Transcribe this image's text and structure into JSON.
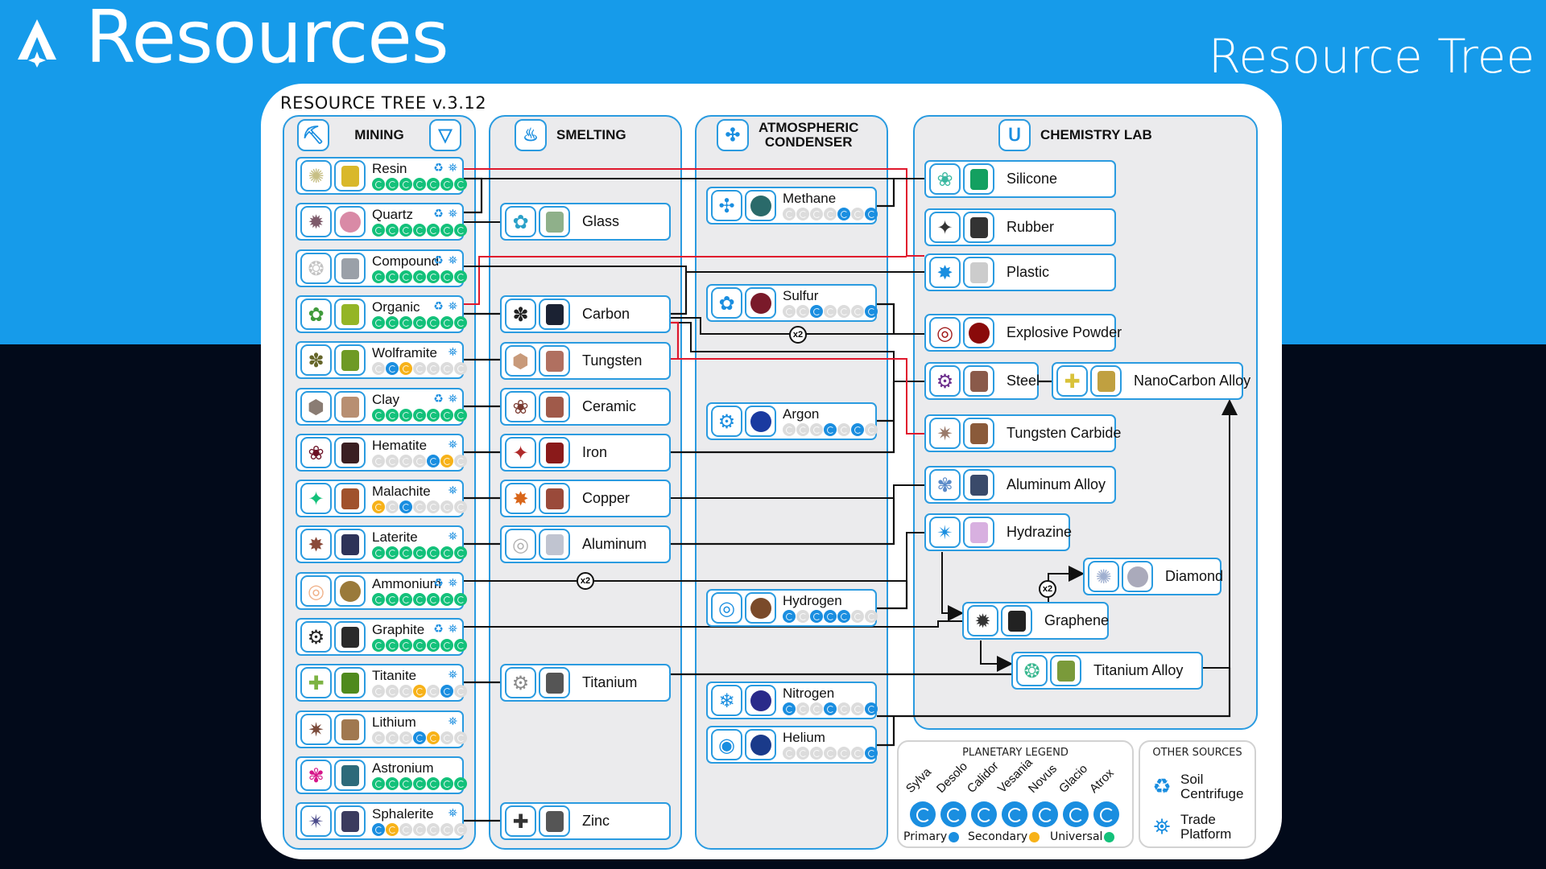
{
  "header": {
    "title": "Resources",
    "subtitle": "Resource Tree",
    "logo_icon": "astroneer-logo-icon"
  },
  "card_title": "RESOURCE TREE v.3.12",
  "colors": {
    "accent": "#169bea",
    "border": "#2a9be0",
    "universal": "#13c17a",
    "primary": "#1a8ee0",
    "secondary": "#f7b219",
    "wire": "#111111",
    "wire_red": "#e0182d"
  },
  "panels": {
    "mining": {
      "label": "MINING",
      "icon_left": "backhoe-icon",
      "icon_right": "drill-icon"
    },
    "smelting": {
      "label": "SMELTING",
      "icon": "furnace-icon"
    },
    "atmospheric": {
      "label": "ATMOSPHERIC\nCONDENSER",
      "label_line1": "ATMOSPHERIC",
      "label_line2": "CONDENSER",
      "icon": "condenser-icon"
    },
    "chemistry": {
      "label": "CHEMISTRY LAB",
      "icon": "chemistry-lab-icon"
    }
  },
  "planet_order": [
    "Sylva",
    "Desolo",
    "Calidor",
    "Vesania",
    "Novus",
    "Glacio",
    "Atrox"
  ],
  "mining": [
    {
      "name": "Resin",
      "centrifuge": true,
      "trade": true,
      "planets": [
        "u",
        "u",
        "u",
        "u",
        "u",
        "u",
        "u"
      ],
      "sym_color": "#c7bf85",
      "mat_color": "#d9b82a"
    },
    {
      "name": "Quartz",
      "centrifuge": true,
      "trade": true,
      "planets": [
        "u",
        "u",
        "u",
        "u",
        "u",
        "u",
        "u"
      ],
      "sym_color": "#7d5a6a",
      "mat_color": "#d98aa6"
    },
    {
      "name": "Compound",
      "centrifuge": true,
      "trade": true,
      "planets": [
        "u",
        "u",
        "u",
        "u",
        "u",
        "u",
        "u"
      ],
      "sym_color": "#c4c4c4",
      "mat_color": "#9aa0a8"
    },
    {
      "name": "Organic",
      "centrifuge": true,
      "trade": true,
      "planets": [
        "u",
        "u",
        "u",
        "u",
        "u",
        "u",
        "u"
      ],
      "sym_color": "#3f9a3a",
      "mat_color": "#94b526"
    },
    {
      "name": "Wolframite",
      "centrifuge": false,
      "trade": true,
      "planets": [
        "n",
        "p",
        "s",
        "n",
        "n",
        "n",
        "n"
      ],
      "sym_color": "#66662a",
      "mat_color": "#6e9a25"
    },
    {
      "name": "Clay",
      "centrifuge": true,
      "trade": true,
      "planets": [
        "u",
        "u",
        "u",
        "u",
        "u",
        "u",
        "u"
      ],
      "sym_color": "#8a7c73",
      "mat_color": "#b88f72"
    },
    {
      "name": "Hematite",
      "centrifuge": false,
      "trade": true,
      "planets": [
        "n",
        "n",
        "n",
        "n",
        "p",
        "s",
        "n"
      ],
      "sym_color": "#6b0f24",
      "mat_color": "#3a1f22"
    },
    {
      "name": "Malachite",
      "centrifuge": false,
      "trade": true,
      "planets": [
        "s",
        "n",
        "p",
        "n",
        "n",
        "n",
        "n"
      ],
      "sym_color": "#13c17a",
      "mat_color": "#a0522d"
    },
    {
      "name": "Laterite",
      "centrifuge": false,
      "trade": true,
      "planets": [
        "u",
        "u",
        "u",
        "u",
        "u",
        "u",
        "u"
      ],
      "sym_color": "#8a4a3a",
      "mat_color": "#2e3358"
    },
    {
      "name": "Ammonium",
      "centrifuge": true,
      "trade": true,
      "planets": [
        "u",
        "u",
        "u",
        "u",
        "u",
        "u",
        "u"
      ],
      "sym_color": "#f0b28a",
      "mat_color": "#9a7a3a"
    },
    {
      "name": "Graphite",
      "centrifuge": true,
      "trade": true,
      "planets": [
        "u",
        "u",
        "u",
        "u",
        "u",
        "u",
        "u"
      ],
      "sym_color": "#222222",
      "mat_color": "#2a2a2a"
    },
    {
      "name": "Titanite",
      "centrifuge": false,
      "trade": true,
      "planets": [
        "n",
        "n",
        "n",
        "s",
        "n",
        "p",
        "n"
      ],
      "sym_color": "#7cb342",
      "mat_color": "#4f8a1d"
    },
    {
      "name": "Lithium",
      "centrifuge": false,
      "trade": true,
      "planets": [
        "n",
        "n",
        "n",
        "p",
        "s",
        "n",
        "n"
      ],
      "sym_color": "#7a4a3a",
      "mat_color": "#a07850"
    },
    {
      "name": "Astronium",
      "centrifuge": false,
      "trade": false,
      "planets": [
        "u",
        "u",
        "u",
        "u",
        "u",
        "u",
        "u"
      ],
      "sym_color": "#d6178a",
      "mat_color": "#2d6a7a"
    },
    {
      "name": "Sphalerite",
      "centrifuge": false,
      "trade": true,
      "planets": [
        "p",
        "s",
        "n",
        "n",
        "n",
        "n",
        "n"
      ],
      "sym_color": "#4a4a8a",
      "mat_color": "#3b3b5e"
    }
  ],
  "smelting": [
    {
      "name": "Glass",
      "sym_color": "#2aa0c8",
      "mat_color": "#8fb08a"
    },
    {
      "name": "Carbon",
      "sym_color": "#222222",
      "mat_color": "#1b2233"
    },
    {
      "name": "Tungsten",
      "sym_color": "#c89a7a",
      "mat_color": "#b07060"
    },
    {
      "name": "Ceramic",
      "sym_color": "#7a3a30",
      "mat_color": "#a05a4a"
    },
    {
      "name": "Iron",
      "sym_color": "#b02a2a",
      "mat_color": "#8a1a1a"
    },
    {
      "name": "Copper",
      "sym_color": "#d9661a",
      "mat_color": "#9a4a3a"
    },
    {
      "name": "Aluminum",
      "sym_color": "#b0b0b0",
      "mat_color": "#c0c4d0"
    },
    {
      "name": "Titanium",
      "sym_color": "#8a8a8a",
      "mat_color": "#555"
    },
    {
      "name": "Zinc",
      "sym_color": "#333333",
      "mat_color": "#555"
    }
  ],
  "atmospheric": [
    {
      "name": "Methane",
      "planets": [
        "n",
        "n",
        "n",
        "n",
        "p",
        "n",
        "p"
      ],
      "sym_color": "#1a8ee0",
      "mat_color": "#2a6a6a"
    },
    {
      "name": "Sulfur",
      "planets": [
        "n",
        "n",
        "p",
        "n",
        "n",
        "n",
        "p"
      ],
      "sym_color": "#1a8ee0",
      "mat_color": "#7a1a2a"
    },
    {
      "name": "Argon",
      "planets": [
        "n",
        "n",
        "n",
        "p",
        "n",
        "p",
        "n"
      ],
      "sym_color": "#1a8ee0",
      "mat_color": "#1a3aa0"
    },
    {
      "name": "Hydrogen",
      "planets": [
        "p",
        "n",
        "p",
        "p",
        "p",
        "n",
        "n"
      ],
      "sym_color": "#1a8ee0",
      "mat_color": "#7a4a2a"
    },
    {
      "name": "Nitrogen",
      "planets": [
        "p",
        "n",
        "n",
        "p",
        "n",
        "n",
        "p"
      ],
      "sym_color": "#1a8ee0",
      "mat_color": "#2a2a8a"
    },
    {
      "name": "Helium",
      "planets": [
        "n",
        "n",
        "n",
        "n",
        "n",
        "n",
        "p"
      ],
      "sym_color": "#1a8ee0",
      "mat_color": "#1a3a8a"
    }
  ],
  "chemistry": [
    {
      "name": "Silicone",
      "sym_color": "#3ab8a0",
      "mat_color": "#13a060"
    },
    {
      "name": "Rubber",
      "sym_color": "#333333",
      "mat_color": "#333"
    },
    {
      "name": "Plastic",
      "sym_color": "#1a8ee0",
      "mat_color": "#ccc"
    },
    {
      "name": "Explosive Powder",
      "sym_color": "#a01a1a",
      "mat_color": "#8a0a0a"
    },
    {
      "name": "Steel",
      "sym_color": "#6a2a8a",
      "mat_color": "#8a5a4a"
    },
    {
      "name": "NanoCarbon Alloy",
      "sym_color": "#d9c23a",
      "mat_color": "#c0a040"
    },
    {
      "name": "Tungsten Carbide",
      "sym_color": "#9a7a6a",
      "mat_color": "#8a5a3a"
    },
    {
      "name": "Aluminum Alloy",
      "sym_color": "#5a8ac8",
      "mat_color": "#3a4a6a"
    },
    {
      "name": "Hydrazine",
      "sym_color": "#1a8ee0",
      "mat_color": "#d8b0e0"
    },
    {
      "name": "Diamond",
      "sym_color": "#a0b0d0",
      "mat_color": "#aab"
    },
    {
      "name": "Graphene",
      "sym_color": "#333333",
      "mat_color": "#222"
    },
    {
      "name": "Titanium Alloy",
      "sym_color": "#3ab890",
      "mat_color": "#7a9a3a"
    }
  ],
  "multipliers": [
    "x2",
    "x2",
    "x2"
  ],
  "legend": {
    "title": "PLANETARY LEGEND",
    "planets": [
      "Sylva",
      "Desolo",
      "Calidor",
      "Vesania",
      "Novus",
      "Glacio",
      "Atrox"
    ],
    "kinds": [
      {
        "label": "Primary",
        "color": "#1a8ee0"
      },
      {
        "label": "Secondary",
        "color": "#f7b219"
      },
      {
        "label": "Universal",
        "color": "#13c17a"
      }
    ]
  },
  "other_sources": {
    "title": "OTHER SOURCES",
    "items": [
      {
        "label1": "Soil",
        "label2": "Centrifuge",
        "icon": "soil-centrifuge-icon"
      },
      {
        "label1": "Trade",
        "label2": "Platform",
        "icon": "trade-platform-icon"
      }
    ]
  }
}
